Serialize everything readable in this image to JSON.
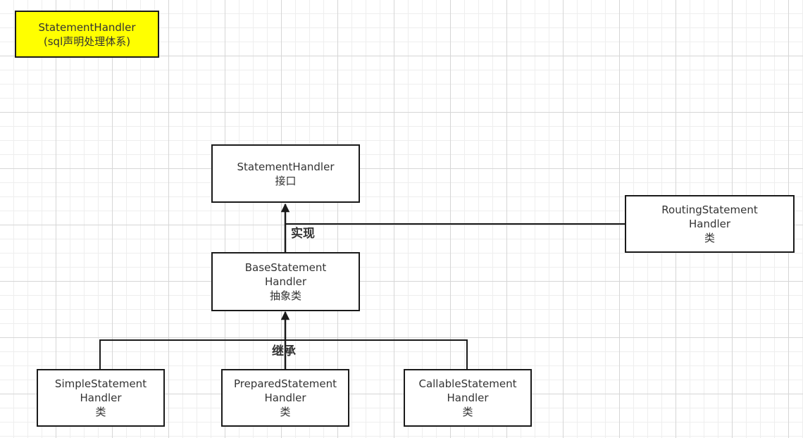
{
  "colors": {
    "note_fill": "#ffff00",
    "box_fill": "#ffffff",
    "stroke": "#1a1a1a",
    "text": "#333333"
  },
  "title_note": {
    "line1": "StatementHandler",
    "line2": "(sql声明处理体系)"
  },
  "nodes": {
    "statement_handler": {
      "line1": "StatementHandler",
      "line2": "接口"
    },
    "routing": {
      "line1": "RoutingStatement",
      "line2": "Handler",
      "line3": "类"
    },
    "base": {
      "line1": "BaseStatement",
      "line2": "Handler",
      "line3": "抽象类"
    },
    "simple": {
      "line1": "SimpleStatement",
      "line2": "Handler",
      "line3": "类"
    },
    "prepared": {
      "line1": "PreparedStatement",
      "line2": "Handler",
      "line3": "类"
    },
    "callable": {
      "line1": "CallableStatement",
      "line2": "Handler",
      "line3": "类"
    }
  },
  "edges": {
    "implements_label": "实现",
    "inherits_label": "继承"
  }
}
